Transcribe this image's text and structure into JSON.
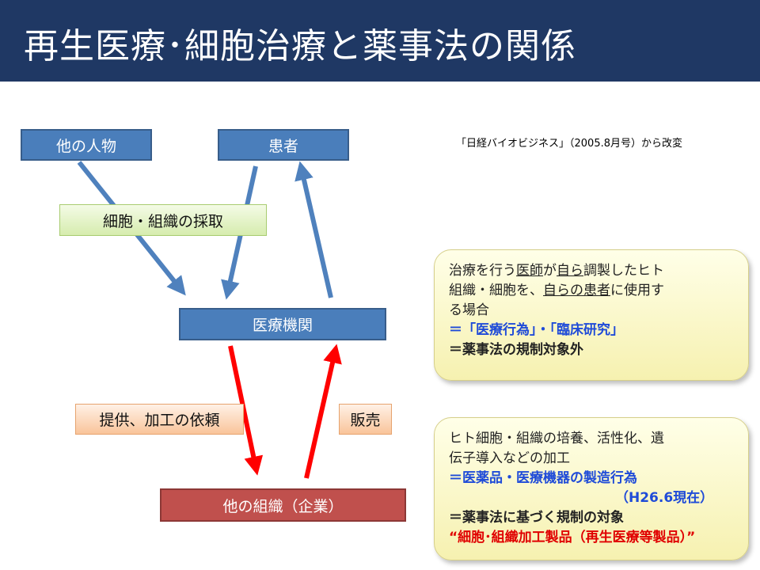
{
  "title": "再生医療･細胞治療と薬事法の関係",
  "source_note": "「日経バイオビジネス」（2005.8月号）から改変",
  "boxes": {
    "other_person": "他の人物",
    "patient": "患者",
    "medical_institution": "医療機関",
    "other_org": "他の組織（企業）"
  },
  "labels": {
    "collection": "細胞・組織の採取",
    "request": "提供、加工の依頼",
    "sale": "販売"
  },
  "note1": {
    "seg1": "治療を行う",
    "seg2": "医師",
    "seg3": "が",
    "seg4": "自ら",
    "seg5": "調製したヒト",
    "seg6": "組織・細胞を、",
    "seg7": "自らの患者",
    "seg8": "に",
    "seg9": "使用す",
    "seg10": "る場合",
    "line4": "＝「医療行為」・「臨床研究」",
    "line5": "＝薬事法の規制対象外"
  },
  "note2": {
    "line1": "ヒト細胞・組織の培養、活性化、遺",
    "line2": "伝子導入などの加工",
    "line3": "＝医薬品・医療機器の製造行為",
    "line4": "（H26.6現在）",
    "line5": "＝薬事法に基づく規制の対象",
    "line6": "“細胞･組織加工製品（再生医療等製品）”"
  },
  "colors": {
    "title_bg": "#1f3864",
    "blue_box": "#4a7ebb",
    "red_box": "#c0504d",
    "blue_arrow": "#4f81bd",
    "red_arrow": "#ff0000",
    "note_bg": "#f8f4c0",
    "emphasis_blue": "#1f4bd8",
    "emphasis_red": "#e00000"
  }
}
